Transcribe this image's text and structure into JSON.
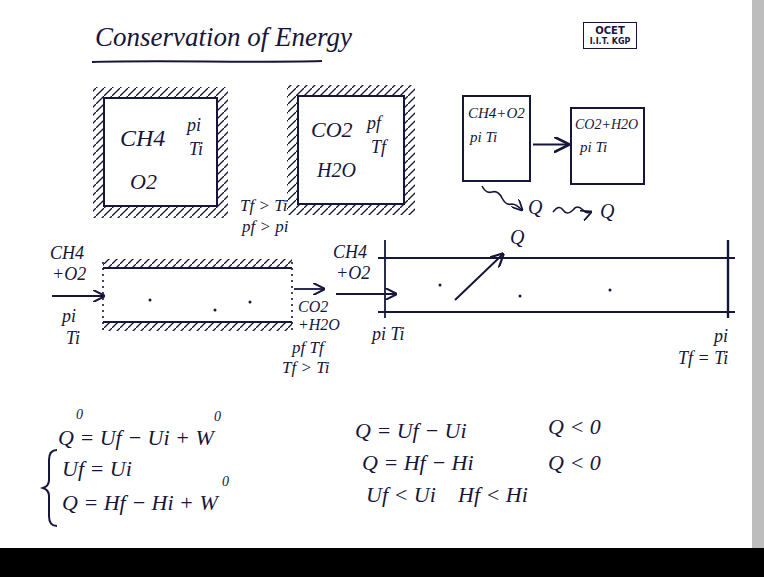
{
  "diagram": {
    "title": "Conservation of Energy",
    "nodes": [
      {
        "text": [
          "CH4",
          "pi",
          "Ti",
          "O2"
        ]
      },
      {
        "text": [
          "CO2",
          "pf",
          "Tf",
          "H2O"
        ]
      },
      {
        "text": [
          "CH4+O2",
          "pi Ti"
        ]
      },
      {
        "text": [
          "CO2+H2O",
          "pi Ti"
        ]
      },
      {
        "text": [
          "OCET",
          "I.I.T. KGP"
        ]
      }
    ],
    "edges": [
      {
        "from": 2,
        "to": 3,
        "arrow": "to"
      }
    ],
    "labels": [
      "Q",
      "Q",
      "Tf > Ti",
      "pf > pi",
      "CH4",
      "+O2",
      "pi",
      "Ti",
      "CO2",
      "+H2O",
      "pf Tf",
      "Tf > Ti",
      "CH4",
      "+O2",
      "Q",
      "pi Ti",
      "pi",
      "Tf = Ti",
      "Q = Uf − Ui + W",
      "0",
      "0",
      "Uf = Ui",
      "Q = Hf − Hi + W",
      "0",
      "Q = Uf − Ui",
      "Q < 0",
      "Q = Hf − Hi",
      "Q < 0",
      "Uf < Ui",
      "Hf < Hi"
    ]
  }
}
